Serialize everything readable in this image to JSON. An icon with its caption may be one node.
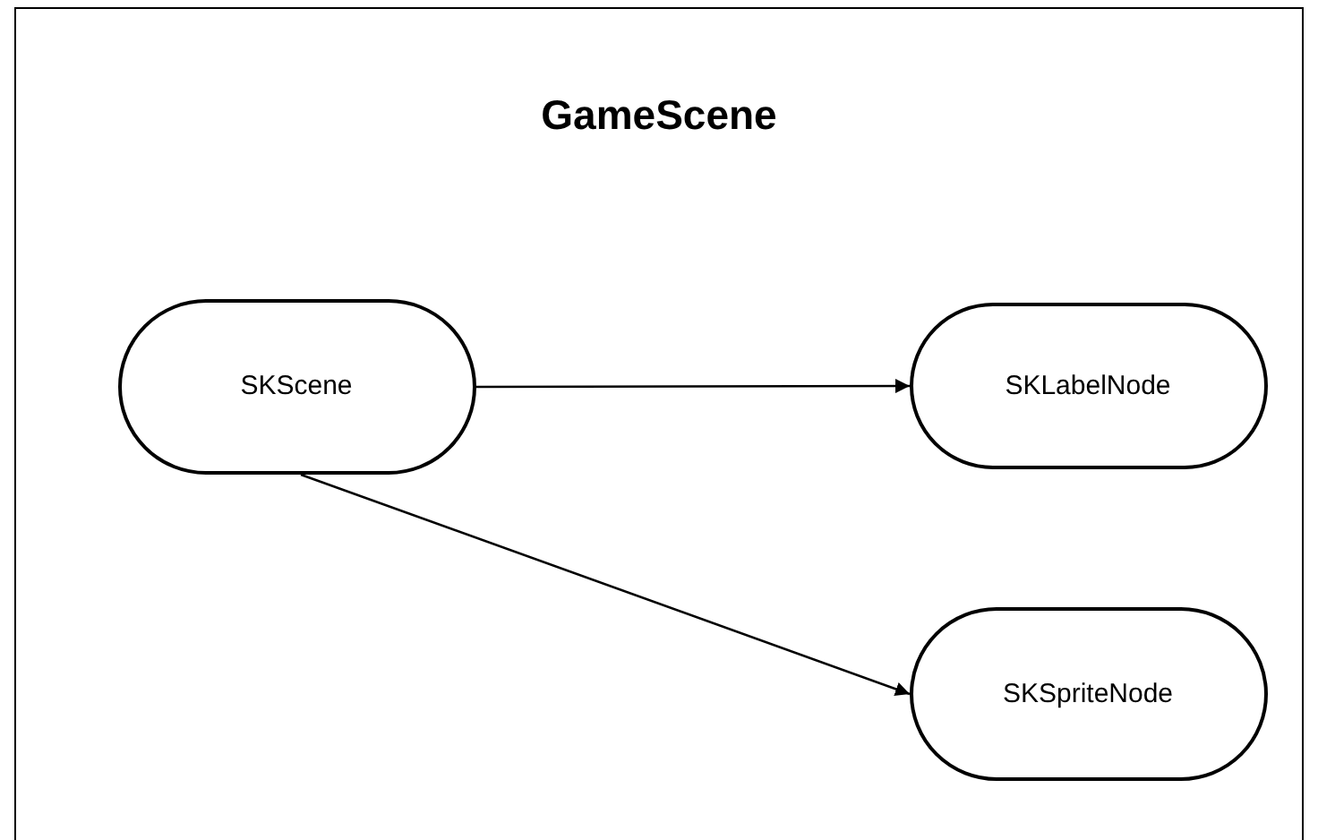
{
  "diagram": {
    "nodes": [
      {
        "text": [
          "GameScene"
        ]
      },
      {
        "text": [
          "SKScene"
        ],
        "in": 0
      },
      {
        "text": [
          "SKLabelNode"
        ],
        "in": 0
      },
      {
        "text": [
          "SKSpriteNode"
        ],
        "in": 0
      }
    ],
    "edges": [
      {
        "from": 1,
        "to": 2,
        "arrow": "to"
      },
      {
        "from": 1,
        "to": 3,
        "arrow": "to"
      }
    ]
  }
}
